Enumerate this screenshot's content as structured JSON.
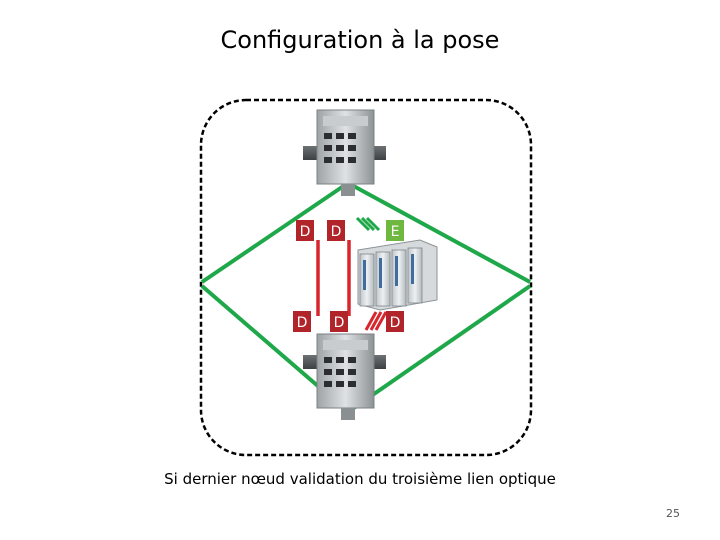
{
  "slide": {
    "title": "Configuration à la pose",
    "caption": "Si dernier nœud validation du troisième lien optique",
    "page_number": "25"
  },
  "badges": {
    "top_left": "D",
    "top_middle": "D",
    "top_right": "E",
    "bottom_left": "D",
    "bottom_middle": "D",
    "bottom_right": "D"
  },
  "colors": {
    "link_ok": "#1fa84a",
    "link_down": "#d8262f",
    "badge_disabled": "#b0242a",
    "badge_enabled": "#6fb840",
    "ring_border": "#000000"
  },
  "icons": {
    "switches": "industrial-ethernet-switch-icon",
    "io_module": "io-module-rack-icon"
  }
}
